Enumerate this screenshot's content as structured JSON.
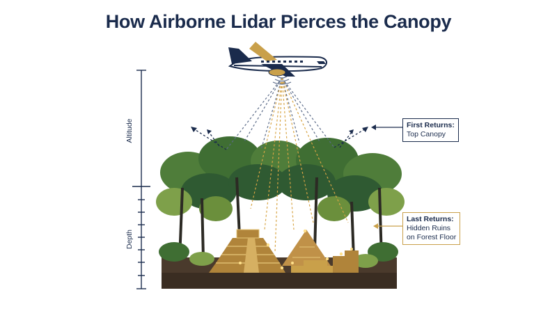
{
  "title": "How Airborne Lidar Pierces the Canopy",
  "axis": {
    "altitude_label": "Altitude",
    "depth_label": "Depth"
  },
  "callouts": {
    "first": {
      "heading": "First Returns:",
      "text": "Top Canopy"
    },
    "last": {
      "heading": "Last Returns:",
      "lines": [
        "Hidden Ruins",
        "on Forest Floor"
      ]
    }
  },
  "colors": {
    "navy": "#1a2b4c",
    "gold": "#c9a04a",
    "forest_dark": "#2f5a32",
    "forest_mid": "#4f7d3a",
    "forest_light": "#7ea04a",
    "ground": "#4a3a2c"
  }
}
